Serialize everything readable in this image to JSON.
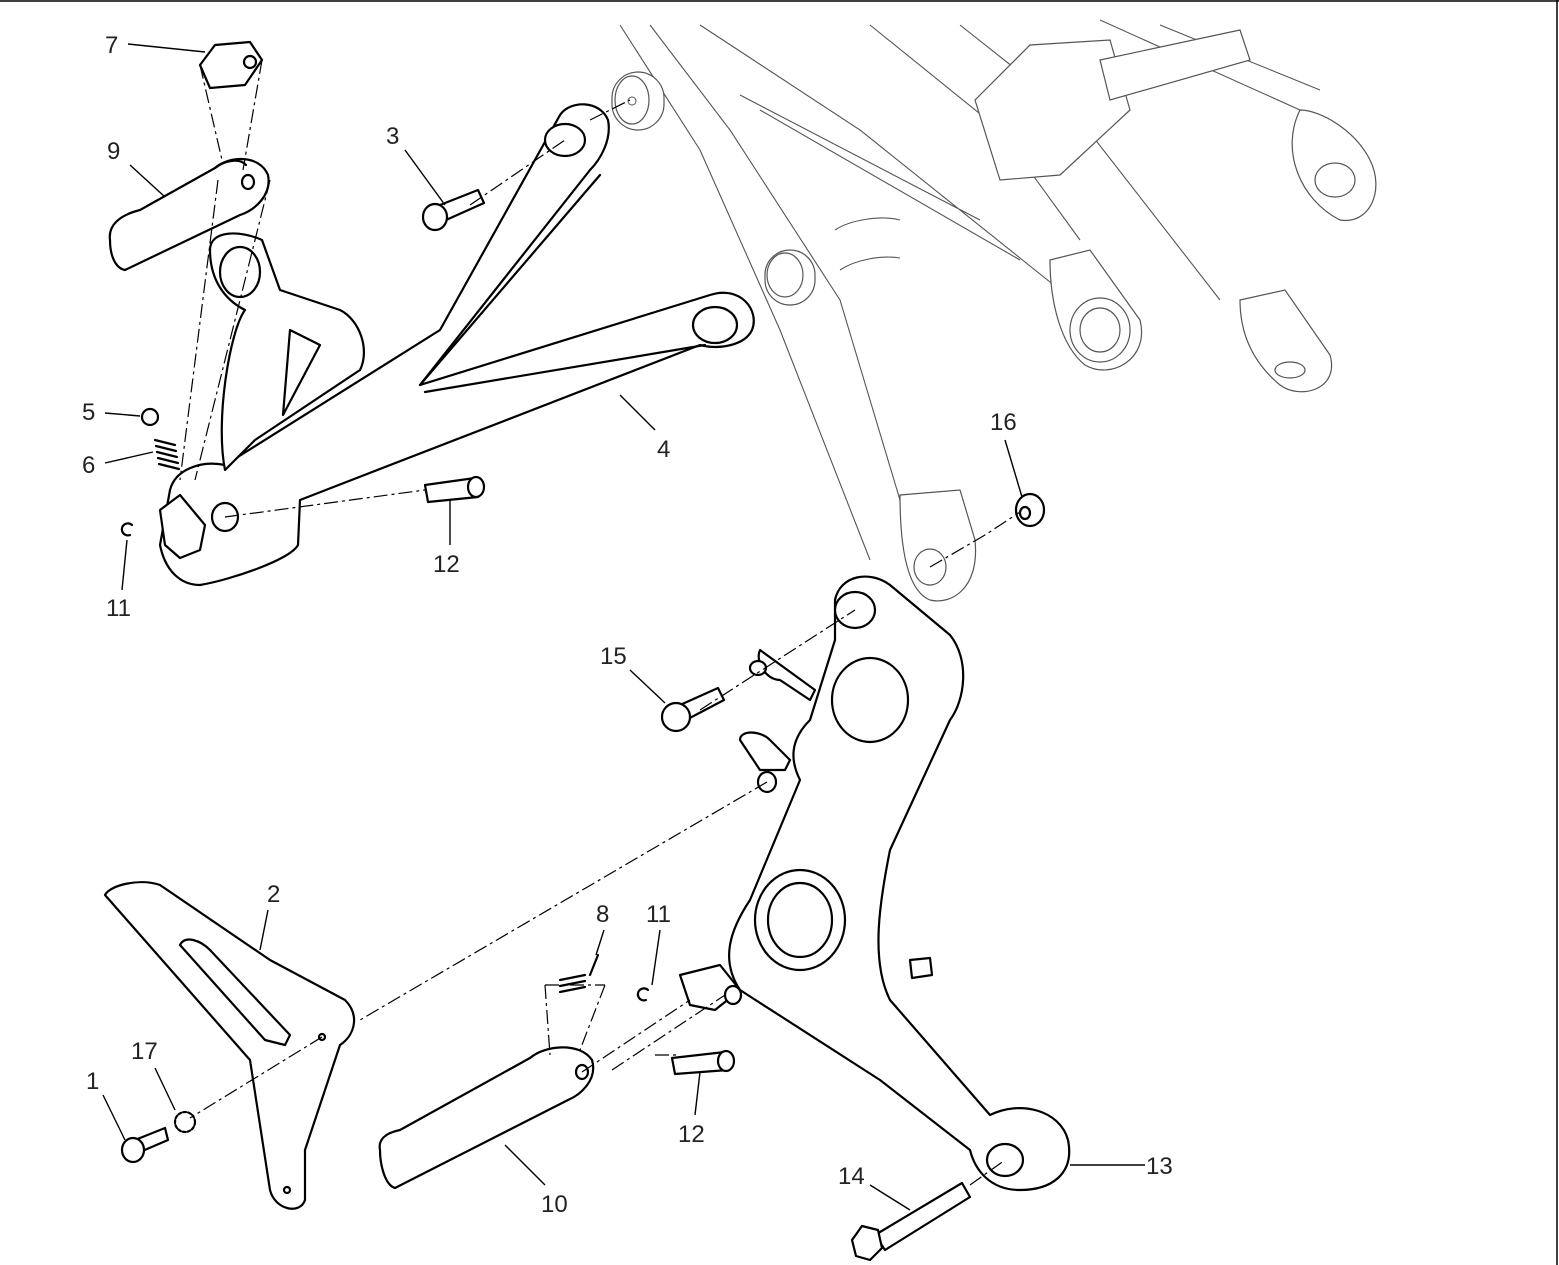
{
  "diagram": {
    "type": "exploded-parts-view",
    "callouts": {
      "c1": "1",
      "c2": "2",
      "c3": "3",
      "c4": "4",
      "c5": "5",
      "c6": "6",
      "c7": "7",
      "c8": "8",
      "c9": "9",
      "c10": "10",
      "c11a": "11",
      "c11b": "11",
      "c12a": "12",
      "c12b": "12",
      "c13": "13",
      "c14": "14",
      "c15": "15",
      "c16": "16",
      "c17": "17"
    }
  }
}
